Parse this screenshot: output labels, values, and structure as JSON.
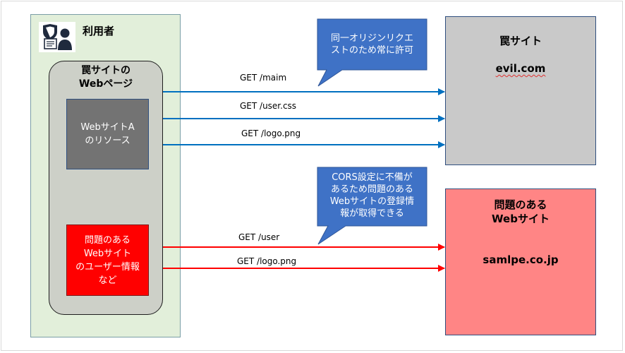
{
  "user": {
    "label": "利用者",
    "icon": "user-computer-icon"
  },
  "trap_page": {
    "title_line1": "罠サイトの",
    "title_line2": "Webページ"
  },
  "site_a_resource": {
    "line1": "WebサイトA",
    "line2": "のリソース"
  },
  "user_info": {
    "line1": "問題のある",
    "line2": "Webサイト",
    "line3": "のユーザー情報",
    "line4": "など"
  },
  "evil_site": {
    "title": "罠サイト",
    "domain": "evil.com"
  },
  "problem_site": {
    "title_line1": "問題のある",
    "title_line2": "Webサイト",
    "domain": "samlpe.co.jp"
  },
  "requests": [
    {
      "label": "GET /maim",
      "color": "#0070c0"
    },
    {
      "label": "GET /user.css",
      "color": "#0070c0"
    },
    {
      "label": "GET /logo.png",
      "color": "#0070c0"
    },
    {
      "label": "GET /user",
      "color": "#ff0000"
    },
    {
      "label": "GET /logo.png",
      "color": "#ff0000"
    }
  ],
  "callouts": [
    {
      "line1": "同一オリジンリクエ",
      "line2": "ストのため常に許可"
    },
    {
      "line1": "CORS設定に不備が",
      "line2": "あるため問題のある",
      "line3": "Webサイトの登録情",
      "line4": "報が取得できる"
    }
  ],
  "colors": {
    "callout_fill": "#3f72c6",
    "user_panel": "#e2efda",
    "evil_box": "#c9c9c9",
    "problem_box": "#ff8585",
    "site_a": "#737373",
    "user_info": "#ff0000"
  }
}
